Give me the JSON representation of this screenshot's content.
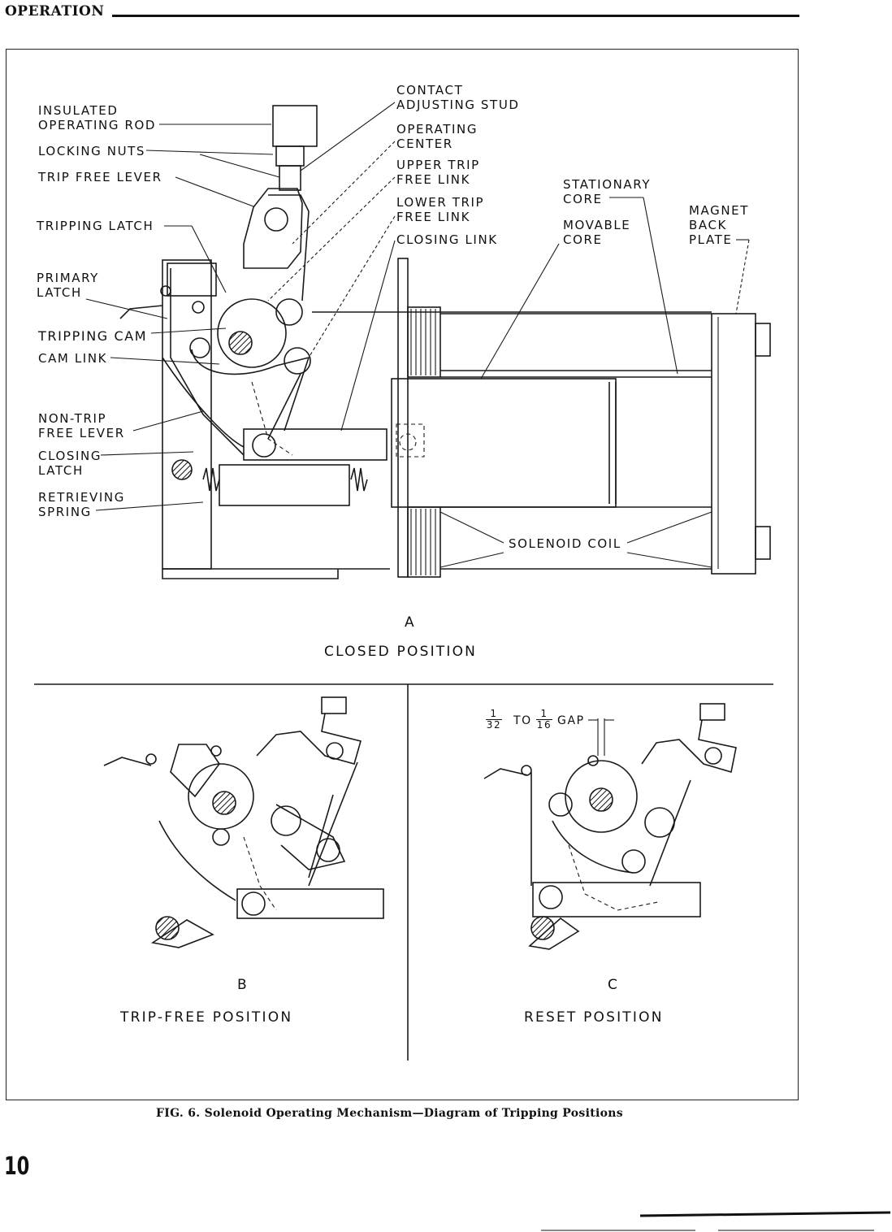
{
  "header": {
    "section": "OPERATION"
  },
  "figure_a": {
    "letter": "A",
    "title": "CLOSED POSITION",
    "labels": {
      "insulated_operating_rod": [
        "INSULATED",
        "OPERATING ROD"
      ],
      "locking_nuts": "LOCKING NUTS",
      "trip_free_lever": "TRIP FREE LEVER",
      "tripping_latch": "TRIPPING LATCH",
      "primary_latch": [
        "PRIMARY",
        "LATCH"
      ],
      "tripping_cam": "TRIPPING CAM",
      "cam_link": "CAM LINK",
      "non_trip_free_lever": [
        "NON-TRIP",
        "FREE LEVER"
      ],
      "closing_latch": [
        "CLOSING",
        "LATCH"
      ],
      "retrieving_spring": [
        "RETRIEVING",
        "SPRING"
      ],
      "contact_adjusting_stud": [
        "CONTACT",
        "ADJUSTING STUD"
      ],
      "operating_center": [
        "OPERATING",
        "CENTER"
      ],
      "upper_trip_free_link": [
        "UPPER TRIP",
        "FREE LINK"
      ],
      "lower_trip_free_link": [
        "LOWER TRIP",
        "FREE LINK"
      ],
      "closing_link": "CLOSING LINK",
      "stationary_core": [
        "STATIONARY",
        "CORE"
      ],
      "movable_core": [
        "MOVABLE",
        "CORE"
      ],
      "magnet_back_plate": [
        "MAGNET",
        "BACK",
        "PLATE"
      ],
      "solenoid_coil": "SOLENOID COIL"
    }
  },
  "figure_b": {
    "letter": "B",
    "title": "TRIP-FREE POSITION"
  },
  "figure_c": {
    "letter": "C",
    "title": "RESET POSITION",
    "gap_label": {
      "frac1_num": "1",
      "frac1_den": "32",
      "to": "TO",
      "frac2_num": "1",
      "frac2_den": "16",
      "gap": "GAP"
    }
  },
  "caption": "FIG. 6. Solenoid Operating Mechanism—Diagram of Tripping Positions",
  "page_number": "10"
}
